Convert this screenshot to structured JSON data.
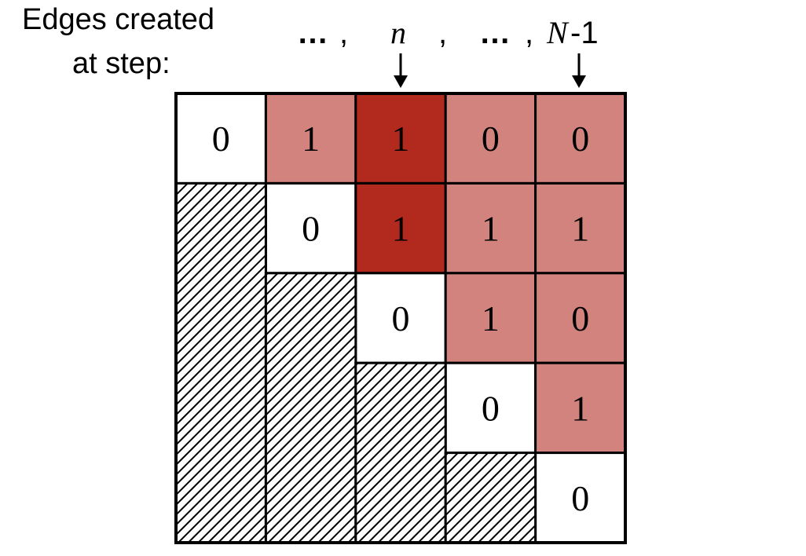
{
  "caption": {
    "line1": "Edges created",
    "line2": "at step:"
  },
  "step_sequence": {
    "ellipsis_left": "…",
    "comma_1": ",",
    "n_label": "n",
    "comma_2": ",",
    "ellipsis_right": "…",
    "comma_3": ",",
    "last_label_var": "N",
    "last_label_suffix": "-1"
  },
  "matrix": {
    "rows": [
      [
        "0",
        "1",
        "1",
        "0",
        "0"
      ],
      [
        "",
        "0",
        "1",
        "1",
        "1"
      ],
      [
        "",
        "",
        "0",
        "1",
        "0"
      ],
      [
        "",
        "",
        "",
        "0",
        "1"
      ],
      [
        "",
        "",
        "",
        "",
        "0"
      ]
    ],
    "highlighted_column": 2,
    "colors": {
      "upper_fill": "#d3837d",
      "highlight_fill": "#b22a1e",
      "diagonal_fill": "#ffffff",
      "border": "#000000",
      "hatch_stroke": "#000000"
    }
  }
}
